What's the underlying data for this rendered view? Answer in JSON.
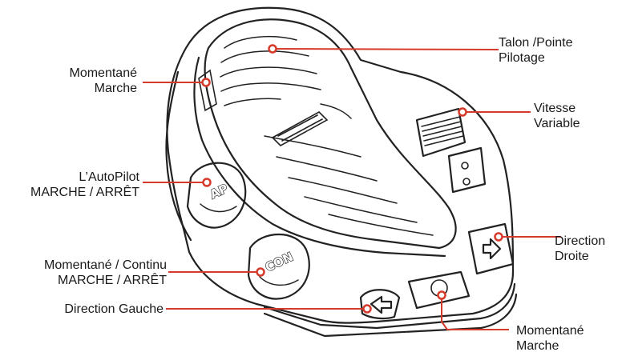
{
  "callouts": {
    "heel_toe": {
      "line1": "Talon /Pointe",
      "line2": "Pilotage"
    },
    "momentary_on_top": {
      "line1": "Momentané",
      "line2": "Marche"
    },
    "variable_speed": {
      "line1": "Vitesse",
      "line2": "Variable"
    },
    "autopilot": {
      "line1": "L’AutoPilot",
      "line2": "MARCHE / ARRÊT"
    },
    "momentary_continuous": {
      "line1": "Momentané / Continu",
      "line2": "MARCHE / ARRÊT"
    },
    "direction_right": {
      "line1": "Direction",
      "line2": "Droite"
    },
    "direction_left": {
      "line1": "Direction Gauche"
    },
    "momentary_on_bottom": {
      "line1": "Momentané",
      "line2": "Marche"
    }
  },
  "buttons": {
    "ap": "AP",
    "con": "CON"
  },
  "colors": {
    "leader": "#d63a2a",
    "outline": "#222222"
  }
}
